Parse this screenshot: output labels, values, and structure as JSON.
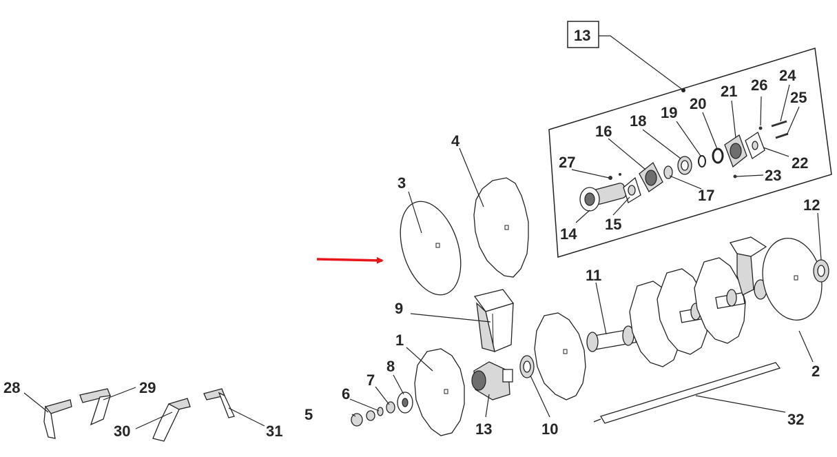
{
  "callouts": {
    "c1": "1",
    "c2": "2",
    "c3": "3",
    "c4": "4",
    "c5": "5",
    "c6": "6",
    "c7": "7",
    "c8": "8",
    "c9": "9",
    "c10": "10",
    "c11": "11",
    "c12": "12",
    "c13_box": "13",
    "c13": "13",
    "c14": "14",
    "c15": "15",
    "c16": "16",
    "c17": "17",
    "c18": "18",
    "c19": "19",
    "c20": "20",
    "c21": "21",
    "c22": "22",
    "c23": "23",
    "c24": "24",
    "c25": "25",
    "c26": "26",
    "c27": "27",
    "c28": "28",
    "c29": "29",
    "c30": "30",
    "c31": "31",
    "c32": "32"
  },
  "colors": {
    "arrow": "#e8161b",
    "line": "#222222",
    "text": "#262626"
  }
}
